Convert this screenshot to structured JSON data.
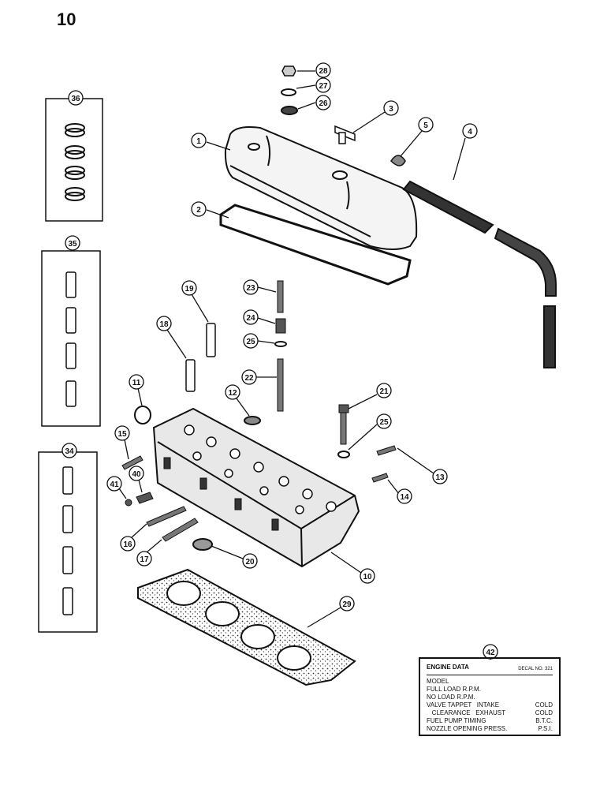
{
  "page": {
    "number": "10"
  },
  "callouts": [
    "1",
    "2",
    "3",
    "4",
    "5",
    "10",
    "11",
    "12",
    "13",
    "14",
    "15",
    "16",
    "17",
    "18",
    "19",
    "20",
    "21",
    "22",
    "23",
    "24",
    "25",
    "25",
    "26",
    "27",
    "28",
    "29",
    "34",
    "35",
    "36",
    "40",
    "41",
    "42"
  ],
  "decal": {
    "title": "ENGINE DATA",
    "decal_no": "DECAL NO. 321",
    "rows": [
      {
        "left": "MODEL",
        "right": ""
      },
      {
        "left": "FULL LOAD R.P.M.",
        "right": ""
      },
      {
        "left": "NO LOAD R.P.M.",
        "right": ""
      },
      {
        "left": "VALVE TAPPET   INTAKE",
        "right": "COLD"
      },
      {
        "left": "   CLEARANCE   EXHAUST",
        "right": "COLD"
      },
      {
        "left": "FUEL PUMP TIMING",
        "right": "B.T.C."
      },
      {
        "left": "NOZZLE OPENING PRESS.",
        "right": "P.S.I."
      }
    ]
  }
}
